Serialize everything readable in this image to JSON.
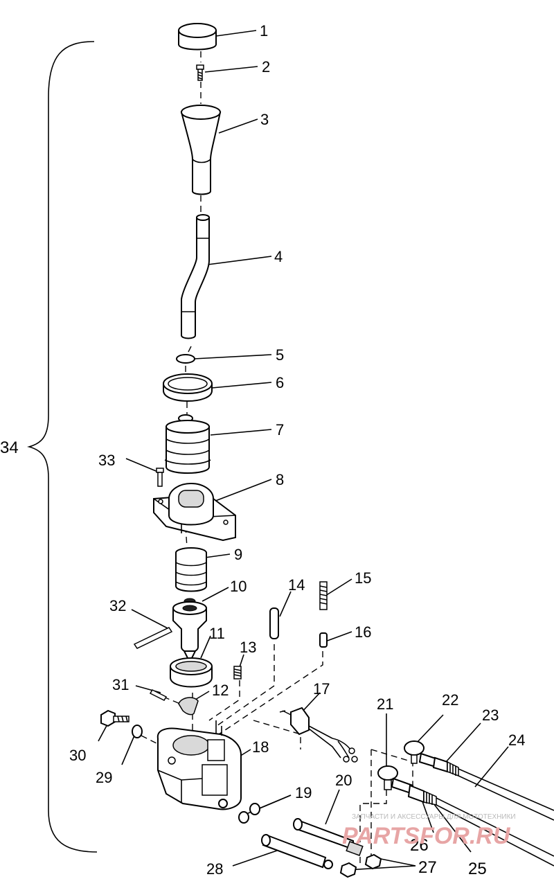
{
  "callouts": [
    "1",
    "2",
    "3",
    "4",
    "5",
    "6",
    "7",
    "8",
    "9",
    "10",
    "11",
    "12",
    "13",
    "14",
    "15",
    "16",
    "17",
    "18",
    "19",
    "20",
    "21",
    "22",
    "23",
    "24",
    "25",
    "26",
    "27",
    "28",
    "29",
    "30",
    "31",
    "32",
    "33",
    "34"
  ],
  "watermark": {
    "tagline": "ЗАПЧАСТИ И АКСЕССУАРЫ ДЛЯ МОТОТЕХНИКИ",
    "brand": "PARTSFOR.RU"
  }
}
